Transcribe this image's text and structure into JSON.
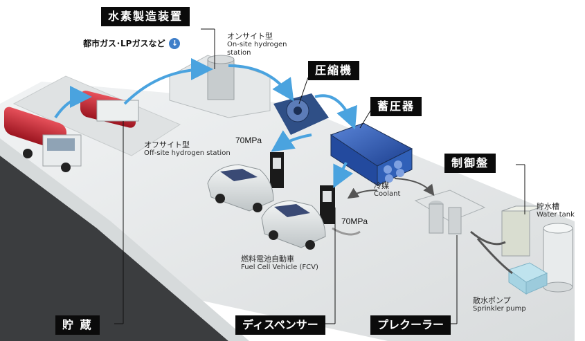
{
  "colors": {
    "tag_bg": "#0b0b0b",
    "flow_arrow": "#4aa3df",
    "tank_red": "#c9202c",
    "accumulator_blue": "#2a56b8",
    "ground": "#e6e9ea",
    "road": "#3b3d3f"
  },
  "tags": {
    "hydrogen_generator": "水素製造装置",
    "compressor": "圧縮機",
    "accumulator": "蓄圧器",
    "control_panel": "制御盤",
    "storage": "貯 蔵",
    "dispenser": "ディスペンサー",
    "precooler": "プレクーラー"
  },
  "gas_source": {
    "text": "都市ガス･LPガスなど",
    "icon": "down-arrow-icon"
  },
  "labels": {
    "onsite_jp": "オンサイト型",
    "onsite_en1": "On-site hydrogen",
    "onsite_en2": "station",
    "offsite_jp": "オフサイト型",
    "offsite_en": "Off-site hydrogen station",
    "pressure1": "70MPa",
    "pressure2": "70MPa",
    "coolant_jp": "冷媒",
    "coolant_en": "Coolant",
    "fcv_jp": "燃料電池自動車",
    "fcv_en": "Fuel Cell Vehicle (FCV)",
    "water_tank_jp": "貯水槽",
    "water_tank_en": "Water tank",
    "pump_jp": "散水ポンプ",
    "pump_en": "Sprinkler pump"
  }
}
